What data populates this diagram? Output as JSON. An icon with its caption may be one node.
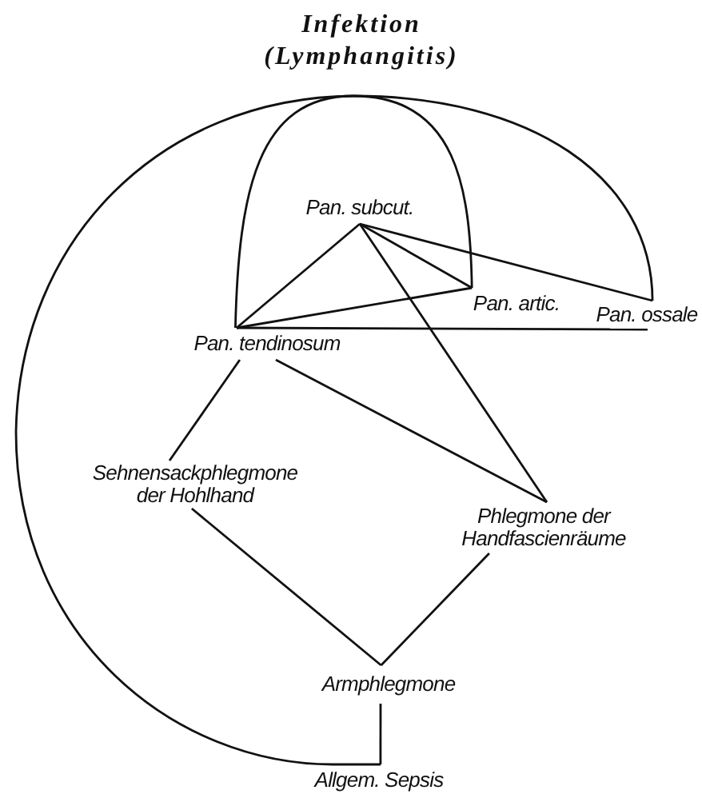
{
  "diagram": {
    "nodes": [
      {
        "text": [
          "Infektion (Lymphangitis)"
        ]
      },
      {
        "text": [
          "Pan. subcut."
        ]
      },
      {
        "text": [
          "Pan. artic."
        ]
      },
      {
        "text": [
          "Pan. ossale"
        ]
      },
      {
        "text": [
          "Pan. tendinosum"
        ]
      },
      {
        "text": [
          "Sehnensackphlegmone der Hohlhand"
        ]
      },
      {
        "text": [
          "Phlegmone der Handfascienräume"
        ]
      },
      {
        "text": [
          "Armphlegmone"
        ]
      },
      {
        "text": [
          "Allgem. Sepsis"
        ]
      }
    ],
    "edges": [
      {
        "from": 0,
        "to": 4,
        "arrow": "none"
      },
      {
        "from": 0,
        "to": 2,
        "arrow": "none"
      },
      {
        "from": 0,
        "to": 3,
        "arrow": "none"
      },
      {
        "from": 0,
        "to": 8,
        "arrow": "none"
      },
      {
        "from": 1,
        "to": 4,
        "arrow": "none"
      },
      {
        "from": 1,
        "to": 2,
        "arrow": "none"
      },
      {
        "from": 1,
        "to": 3,
        "arrow": "none"
      },
      {
        "from": 1,
        "to": 6,
        "arrow": "none"
      },
      {
        "from": 4,
        "to": 2,
        "arrow": "none"
      },
      {
        "from": 4,
        "to": 3,
        "arrow": "none"
      },
      {
        "from": 4,
        "to": 5,
        "arrow": "none"
      },
      {
        "from": 4,
        "to": 6,
        "arrow": "none"
      },
      {
        "from": 5,
        "to": 7,
        "arrow": "none"
      },
      {
        "from": 6,
        "to": 7,
        "arrow": "none"
      },
      {
        "from": 7,
        "to": 8,
        "arrow": "none"
      }
    ]
  }
}
